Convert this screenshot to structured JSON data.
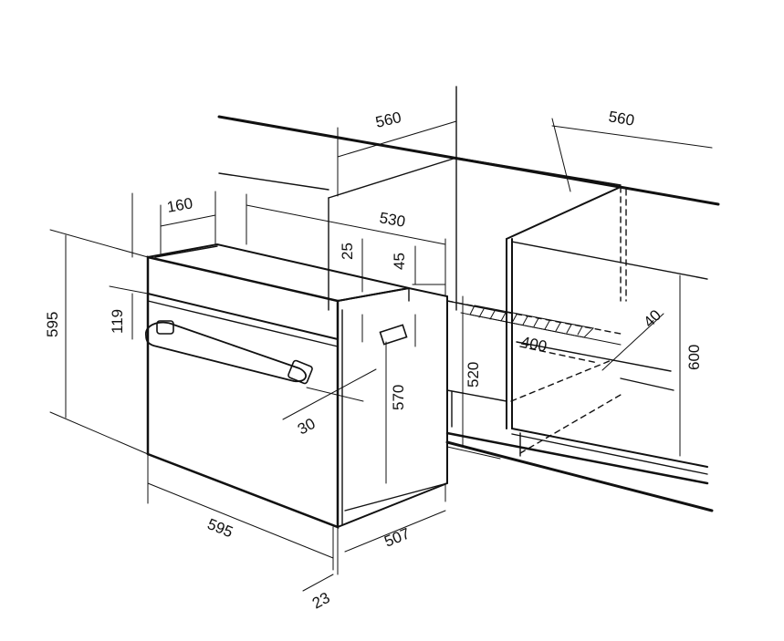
{
  "diagram": {
    "stroke_color": "#111111",
    "background": "#ffffff",
    "dimensions": {
      "cabinet_width_top": "560",
      "cabinet_width_right": "560",
      "oven_height": "595",
      "oven_width": "595",
      "oven_depth": "507",
      "body_depth": "530",
      "top_depth": "160",
      "control_panel_height": "119",
      "vent_25": "25",
      "vent_45": "45",
      "body_height": "570",
      "handle_offset": "30",
      "front_thickness": "23",
      "niche_height_left": "520",
      "niche_height_right": "600",
      "vent_slot_width": "400",
      "vent_slot_depth": "40"
    }
  }
}
